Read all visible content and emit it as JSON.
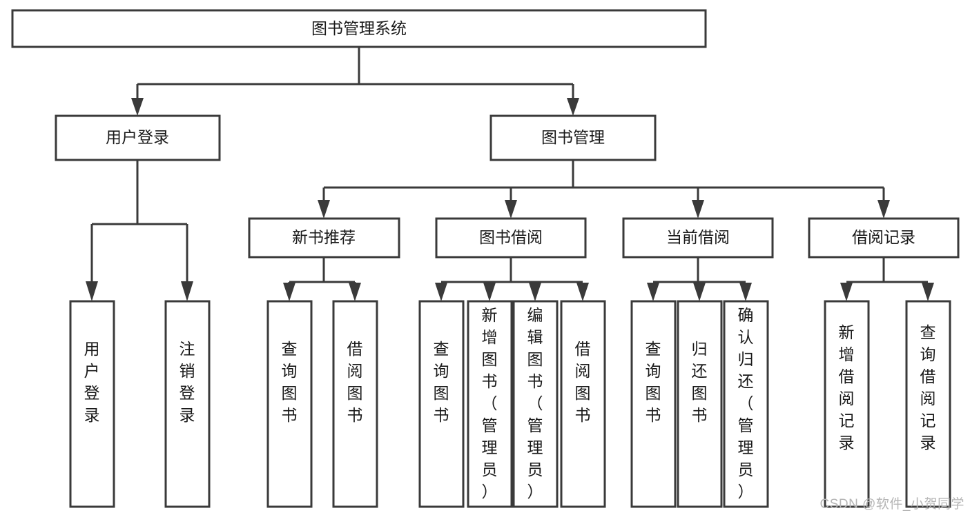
{
  "diagram": {
    "title": "图书管理系统",
    "type": "hierarchy-tree",
    "orientation": "top-down",
    "colors": {
      "box_stroke": "#3a3a3a",
      "box_fill": "#ffffff",
      "connector": "#3a3a3a",
      "text": "#1a1a1a",
      "watermark": "#b5b5b5",
      "background": "#ffffff"
    },
    "root": {
      "label": "图书管理系统",
      "id": "root"
    },
    "level2": [
      {
        "id": "user-login",
        "label": "用户登录"
      },
      {
        "id": "book-management",
        "label": "图书管理"
      }
    ],
    "level3": [
      {
        "id": "new-book-recommend",
        "label": "新书推荐",
        "parent": "book-management"
      },
      {
        "id": "book-borrow",
        "label": "图书借阅",
        "parent": "book-management"
      },
      {
        "id": "current-borrow",
        "label": "当前借阅",
        "parent": "book-management"
      },
      {
        "id": "borrow-record",
        "label": "借阅记录",
        "parent": "book-management"
      }
    ],
    "leaves": {
      "user-login": [
        {
          "id": "leaf-user-login",
          "label": "用户登录"
        },
        {
          "id": "leaf-user-logout",
          "label": "注销登录"
        }
      ],
      "new-book-recommend": [
        {
          "id": "leaf-query-book-1",
          "label": "查询图书"
        },
        {
          "id": "leaf-borrow-book-1",
          "label": "借阅图书"
        }
      ],
      "book-borrow": [
        {
          "id": "leaf-query-book-2",
          "label": "查询图书"
        },
        {
          "id": "leaf-add-book",
          "label": "新增图书（管理员）"
        },
        {
          "id": "leaf-edit-book",
          "label": "编辑图书（管理员）"
        },
        {
          "id": "leaf-borrow-book-2",
          "label": "借阅图书"
        }
      ],
      "current-borrow": [
        {
          "id": "leaf-query-book-3",
          "label": "查询图书"
        },
        {
          "id": "leaf-return-book",
          "label": "归还图书"
        },
        {
          "id": "leaf-confirm-return",
          "label": "确认归还（管理员）"
        }
      ],
      "borrow-record": [
        {
          "id": "leaf-add-record",
          "label": "新增借阅记录"
        },
        {
          "id": "leaf-query-record",
          "label": "查询借阅记录"
        }
      ]
    }
  },
  "watermark": {
    "text": "CSDN @软件_小贺同学"
  }
}
